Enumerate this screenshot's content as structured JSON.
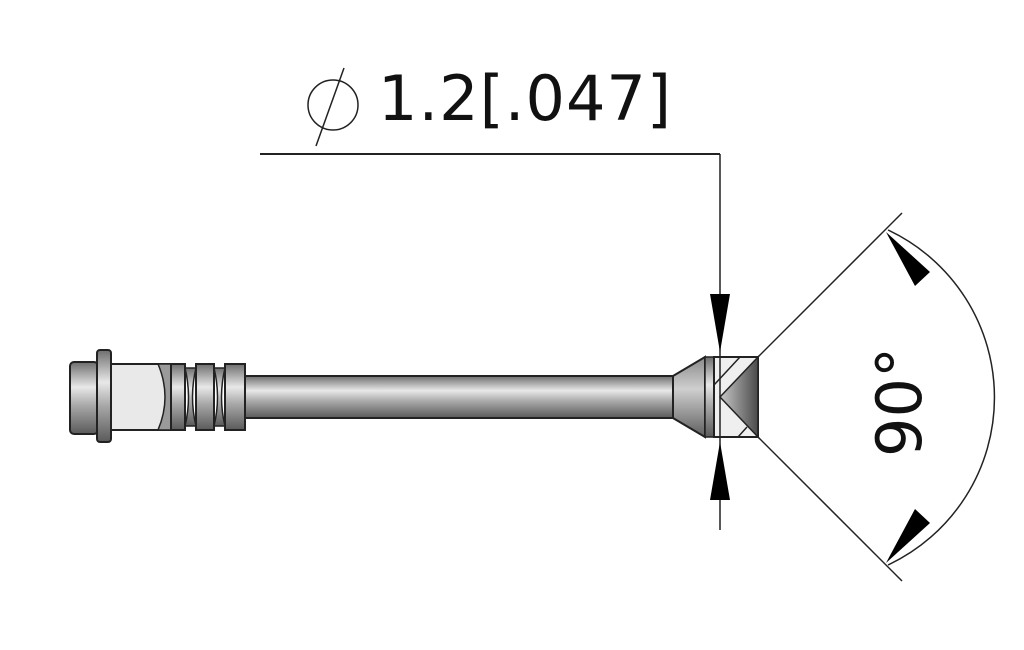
{
  "drawing": {
    "diameter_dimension": {
      "symbol": "⌀",
      "value": "1.2",
      "alt_value": "[.047]"
    },
    "angle_dimension": {
      "value": "90°"
    },
    "part": "nozzle tip with 90° conical end"
  }
}
